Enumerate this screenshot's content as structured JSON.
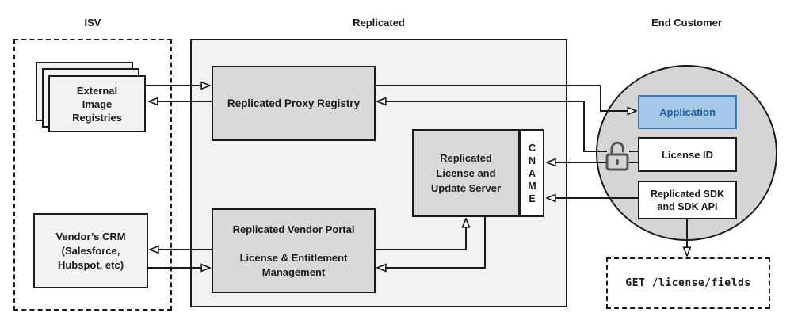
{
  "sections": {
    "isv": {
      "label": "ISV"
    },
    "replicated": {
      "label": "Replicated"
    },
    "end_customer": {
      "label": "End Customer"
    }
  },
  "nodes": {
    "external_image_registries": {
      "label": "External\nImage\nRegistries"
    },
    "vendors_crm": {
      "label": "Vendor’s CRM\n(Salesforce,\nHubspot, etc)"
    },
    "proxy_registry": {
      "label": "Replicated Proxy Registry"
    },
    "vendor_portal": {
      "label": "Replicated Vendor Portal\n\nLicense & Entitlement\nManagement"
    },
    "license_update_server": {
      "label": "Replicated\nLicense and\nUpdate Server"
    },
    "cname": {
      "label": "C\nN\nA\nM\nE"
    },
    "application": {
      "label": "Application"
    },
    "license_id": {
      "label": "License ID"
    },
    "replicated_sdk": {
      "label": "Replicated SDK\nand SDK API"
    },
    "get_endpoint": {
      "label": "GET /license/fields"
    }
  },
  "icons": {
    "lock": "unlocked-padlock-icon"
  },
  "colors": {
    "zone_fill": "#f2f2f2",
    "node_gray": "#d9d9d9",
    "circle_gray": "#d5d5d5",
    "outline": "#1a1a1a",
    "app_fill": "#a5c8e9",
    "app_border": "#3779b5",
    "app_text": "#1c5e9e"
  }
}
